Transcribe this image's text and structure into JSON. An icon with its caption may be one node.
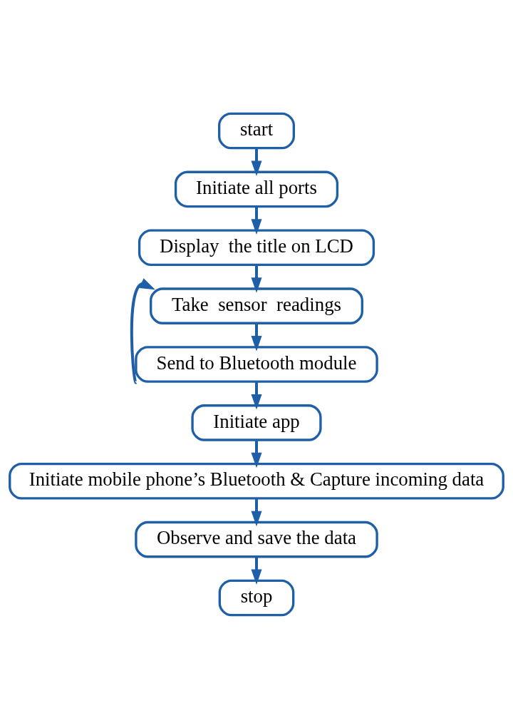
{
  "diagram": {
    "nodes": [
      {
        "text": [
          "start"
        ]
      },
      {
        "text": [
          "Initiate all ports"
        ]
      },
      {
        "text": [
          "Display  the title on LCD"
        ]
      },
      {
        "text": [
          "Take  sensor  readings"
        ]
      },
      {
        "text": [
          "Send to Bluetooth module"
        ]
      },
      {
        "text": [
          "Initiate app"
        ]
      },
      {
        "text": [
          "Initiate mobile phone’s Bluetooth & Capture incoming data"
        ]
      },
      {
        "text": [
          "Observe and save the data"
        ]
      },
      {
        "text": [
          "stop"
        ]
      }
    ],
    "edges": [
      {
        "from": 0,
        "to": 1,
        "arrow": "to"
      },
      {
        "from": 1,
        "to": 2,
        "arrow": "to"
      },
      {
        "from": 2,
        "to": 3,
        "arrow": "to"
      },
      {
        "from": 3,
        "to": 4,
        "arrow": "to"
      },
      {
        "from": 4,
        "to": 5,
        "arrow": "to"
      },
      {
        "from": 5,
        "to": 6,
        "arrow": "to"
      },
      {
        "from": 6,
        "to": 7,
        "arrow": "to"
      },
      {
        "from": 7,
        "to": 8,
        "arrow": "to"
      },
      {
        "from": 4,
        "to": 3,
        "arrow": "to"
      }
    ]
  }
}
